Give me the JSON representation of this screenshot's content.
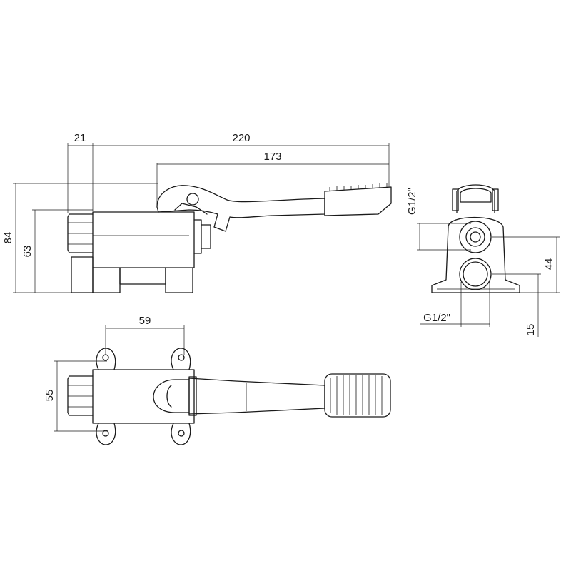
{
  "dimensions": {
    "side_width_21": "21",
    "side_length_220": "220",
    "side_lever_173": "173",
    "side_height_84": "84",
    "side_height_63": "63",
    "top_spacing_59": "59",
    "top_width_55": "55",
    "end_height_44": "44",
    "end_height_15": "15",
    "end_thread_upper": "G1/2\"",
    "end_thread_lower": "G1/2\""
  }
}
